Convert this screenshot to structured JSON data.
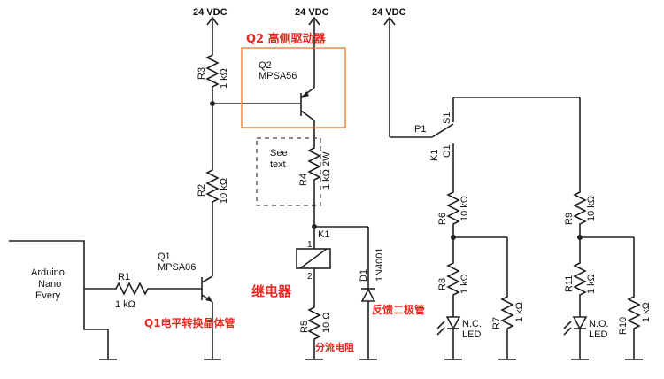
{
  "supply": {
    "left": "24 VDC",
    "center": "24 VDC",
    "right": "24 VDC"
  },
  "arduino": {
    "line1": "Arduino",
    "line2": "Nano",
    "line3": "Every"
  },
  "r1": {
    "ref": "R1",
    "value": "1 kΩ"
  },
  "r2": {
    "ref": "R2",
    "value": "10 kΩ"
  },
  "r3": {
    "ref": "R3",
    "value": "1 kΩ"
  },
  "r4": {
    "ref": "R4",
    "value": "1 kΩ 2W"
  },
  "r5": {
    "ref": "R5",
    "value": "10 Ω"
  },
  "r6": {
    "ref": "R6",
    "value": "10 kΩ"
  },
  "r7": {
    "ref": "R7",
    "value": "1 kΩ"
  },
  "r8": {
    "ref": "R8",
    "value": "1 kΩ"
  },
  "r9": {
    "ref": "R9",
    "value": "10 kΩ"
  },
  "r10": {
    "ref": "R10",
    "value": "1 kΩ"
  },
  "r11": {
    "ref": "R11",
    "value": "1 kΩ"
  },
  "q1": {
    "ref": "Q1",
    "part": "MPSA06"
  },
  "q2": {
    "ref": "Q2",
    "part": "MPSA56"
  },
  "d1": {
    "ref": "D1",
    "part": "1N4001"
  },
  "relay": {
    "ref": "K1",
    "pin1": "1",
    "pin2": "2"
  },
  "contacts": {
    "ref": "K1",
    "p": "P1",
    "s": "S1",
    "o": "O1"
  },
  "see_text": {
    "line1": "See",
    "line2": "text"
  },
  "leds": {
    "nc_line1": "N.C.",
    "nc_line2": "LED",
    "no_line1": "N.O.",
    "no_line2": "LED"
  },
  "annotations": {
    "q2_driver": "Q2 高侧驱动器",
    "relay": "继电器",
    "q1_shifter": "Q1电平转换晶体管",
    "flyback": "反馈二极管",
    "shunt": "分流电阻"
  },
  "colors": {
    "annotation": "#e8271f",
    "highlight_box": "#e8823a",
    "wire": "#222222"
  }
}
